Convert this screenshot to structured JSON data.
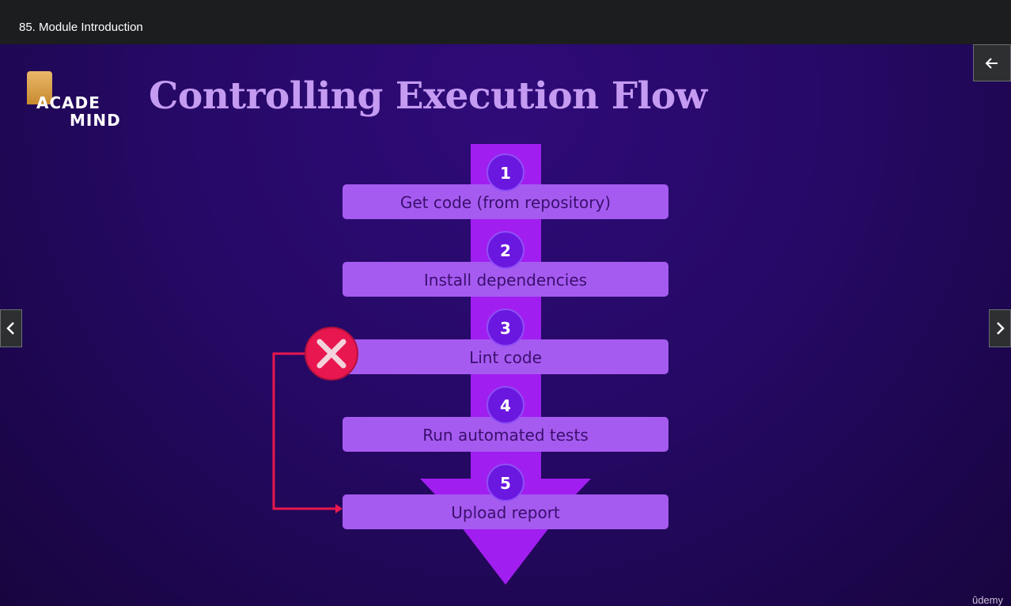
{
  "header": {
    "lecture_title": "85. Module Introduction"
  },
  "controls": {
    "back_icon": "arrow-left-icon",
    "prev_icon": "chevron-left-icon",
    "next_icon": "chevron-right-icon"
  },
  "slide": {
    "logo": {
      "line1": "ACADE",
      "line2": "MIND"
    },
    "title": "Controlling Execution Flow",
    "steps": [
      {
        "number": "1",
        "label": "Get code (from repository)"
      },
      {
        "number": "2",
        "label": "Install dependencies"
      },
      {
        "number": "3",
        "label": "Lint code"
      },
      {
        "number": "4",
        "label": "Run automated tests"
      },
      {
        "number": "5",
        "label": "Upload report"
      }
    ],
    "failure_icon": "x-circle-icon",
    "colors": {
      "accent": "#a11ef0",
      "step_box": "#a65bf0",
      "step_circle": "#6a17e0",
      "failure": "#e8174f",
      "title": "#c59bf2"
    }
  },
  "watermark": "ûdemy"
}
